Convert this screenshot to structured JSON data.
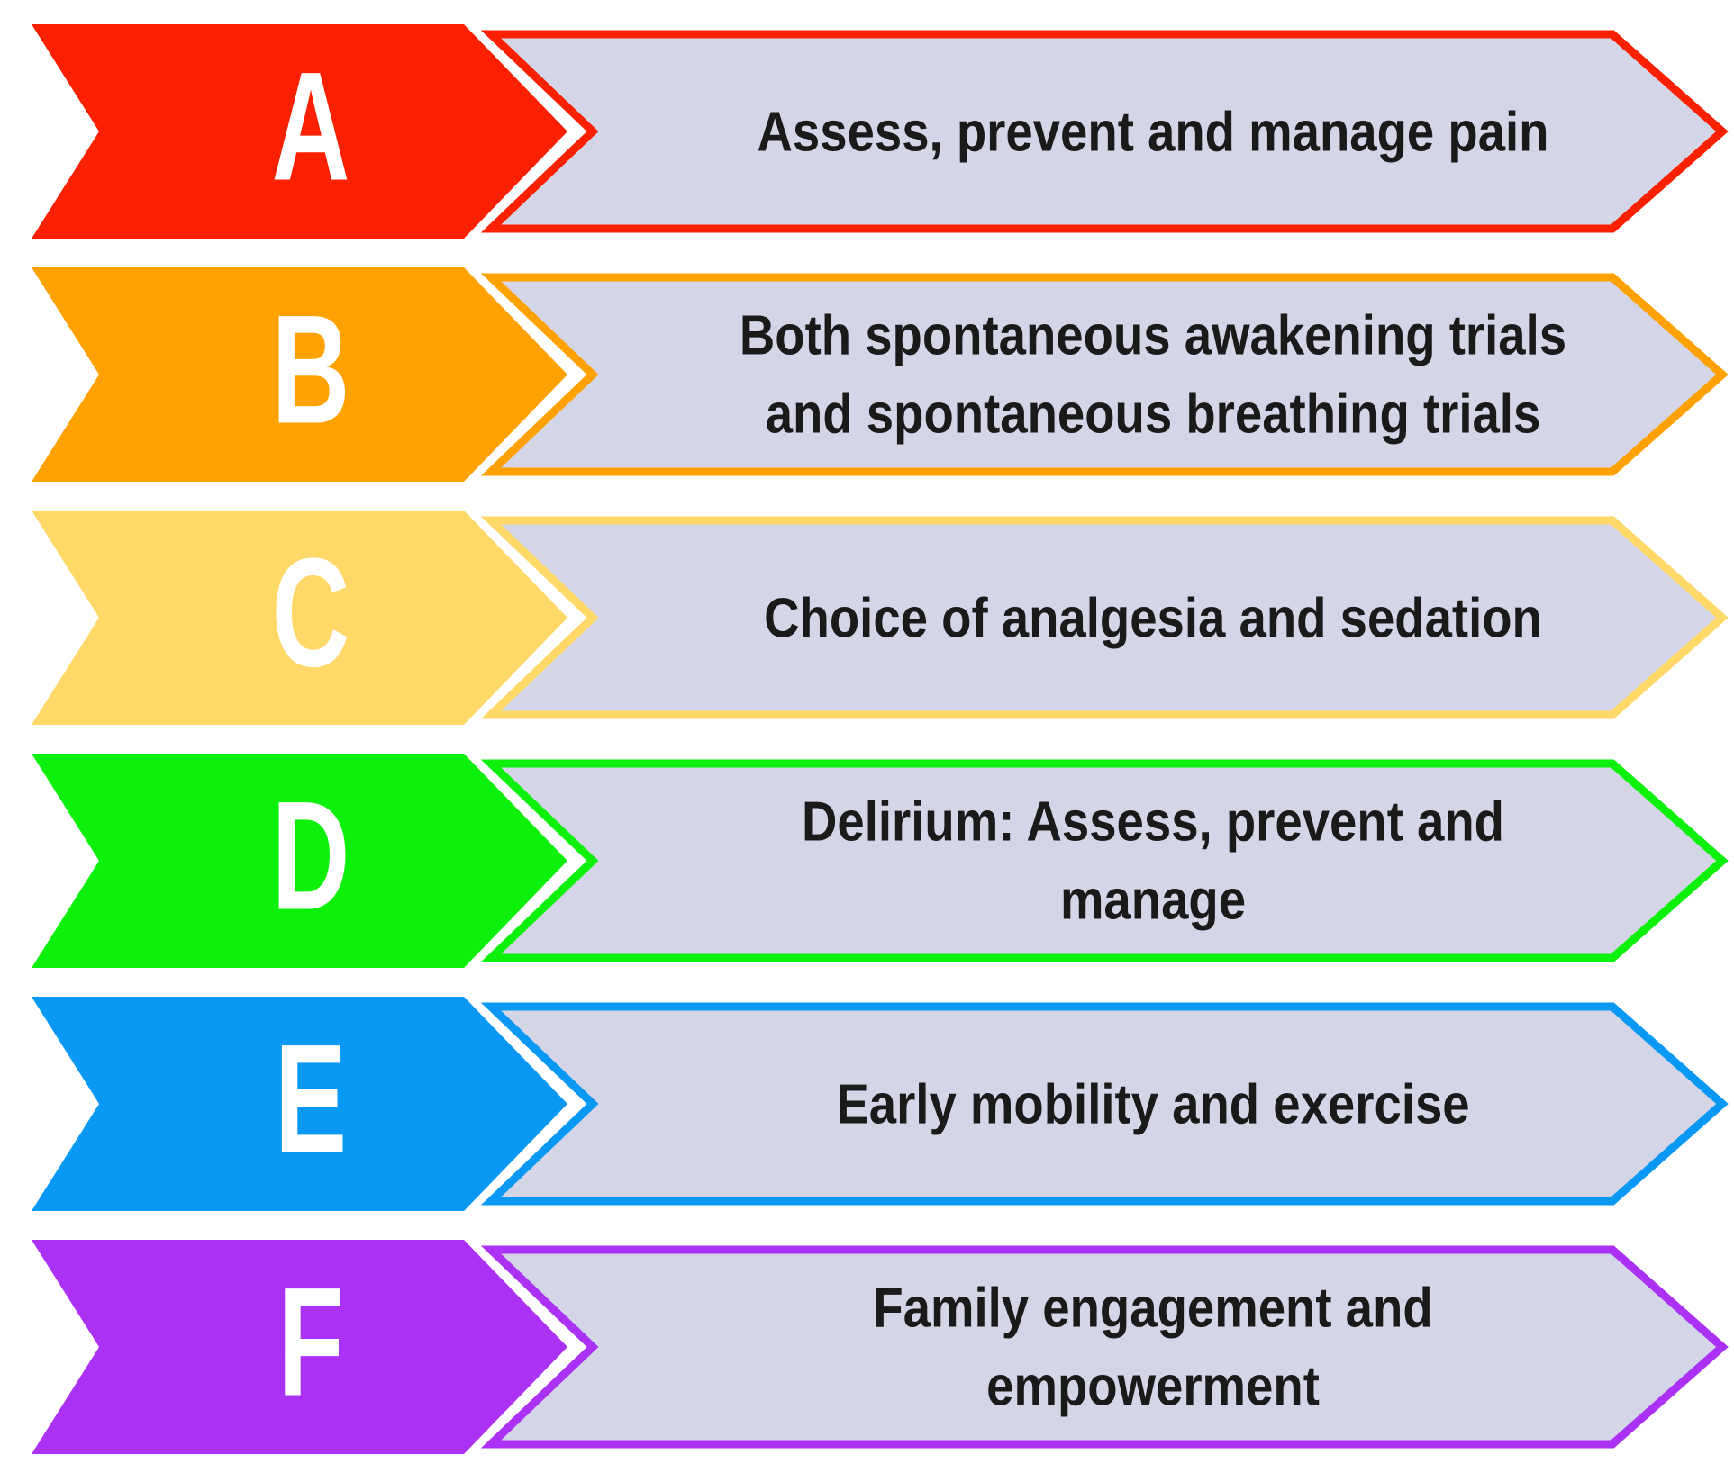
{
  "ui": {
    "background": "#FFFFFF",
    "banner_fill": "#D4D6E7",
    "text_color": "#1A1A1A",
    "letter_color": "#FFFFFF"
  },
  "rows": [
    {
      "letter": "A",
      "color": "#FB2000",
      "text": "Assess, prevent and manage pain",
      "lines": [
        "Assess, prevent and manage pain"
      ]
    },
    {
      "letter": "B",
      "color": "#FFA101",
      "text": "Both spontaneous awakening trials and spontaneous breathing trials",
      "lines": [
        "Both spontaneous awakening trials",
        "and spontaneous breathing trials"
      ]
    },
    {
      "letter": "C",
      "color": "#FFD867",
      "text": "Choice of analgesia and sedation",
      "lines": [
        "Choice of analgesia and sedation"
      ]
    },
    {
      "letter": "D",
      "color": "#0CF00C",
      "text": "Delirium: Assess, prevent and manage",
      "lines": [
        "Delirium: Assess, prevent and",
        "manage"
      ]
    },
    {
      "letter": "E",
      "color": "#0999F5",
      "text": "Early mobility and exercise",
      "lines": [
        "Early mobility and exercise"
      ]
    },
    {
      "letter": "F",
      "color": "#AB32F5",
      "text": "Family engagement and empowerment",
      "lines": [
        "Family engagement and",
        "empowerment"
      ]
    }
  ]
}
